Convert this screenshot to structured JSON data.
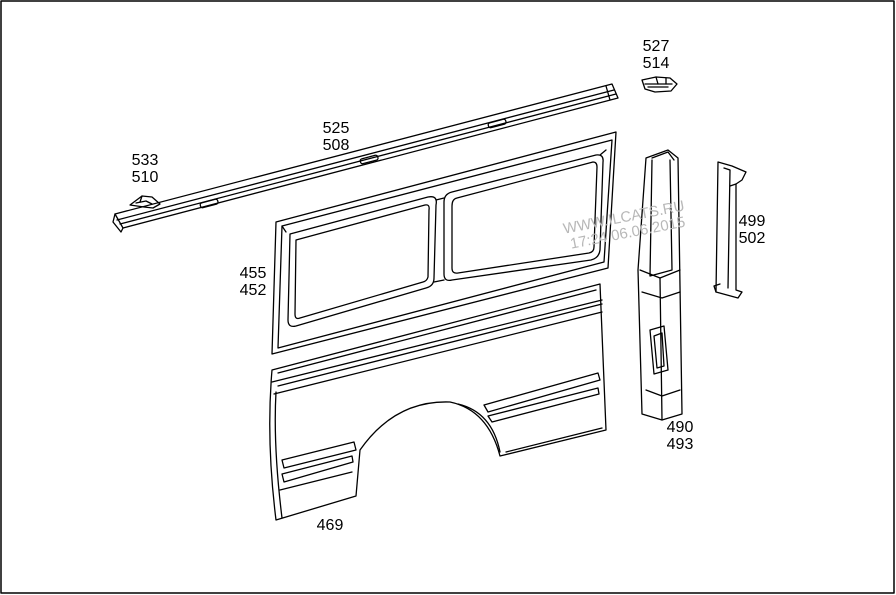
{
  "callouts": {
    "c527_514": [
      "527",
      "514"
    ],
    "c525_508": [
      "525",
      "508"
    ],
    "c533_510": [
      "533",
      "510"
    ],
    "c499_502": [
      "499",
      "502"
    ],
    "c455_452": [
      "455",
      "452"
    ],
    "c490_493": [
      "490",
      "493"
    ],
    "c469": [
      "469"
    ]
  },
  "watermark": {
    "line1": "WWW.ILCATS.RU",
    "line2": "17:24 06.06.2015"
  }
}
